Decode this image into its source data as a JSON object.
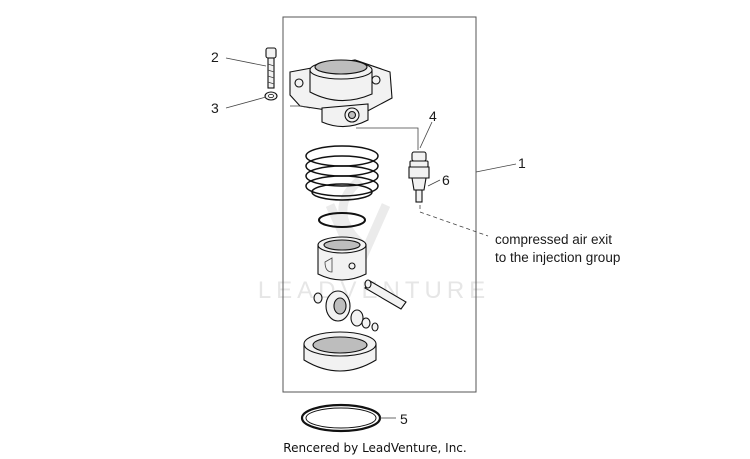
{
  "callouts": {
    "c1": "1",
    "c2": "2",
    "c3": "3",
    "c4": "4",
    "c5": "5",
    "c6": "6"
  },
  "note": {
    "line1": "compressed air exit",
    "line2": "to the injection group"
  },
  "watermark": "LEADVENTURE",
  "credit": "Rencered by LeadVenture, Inc."
}
